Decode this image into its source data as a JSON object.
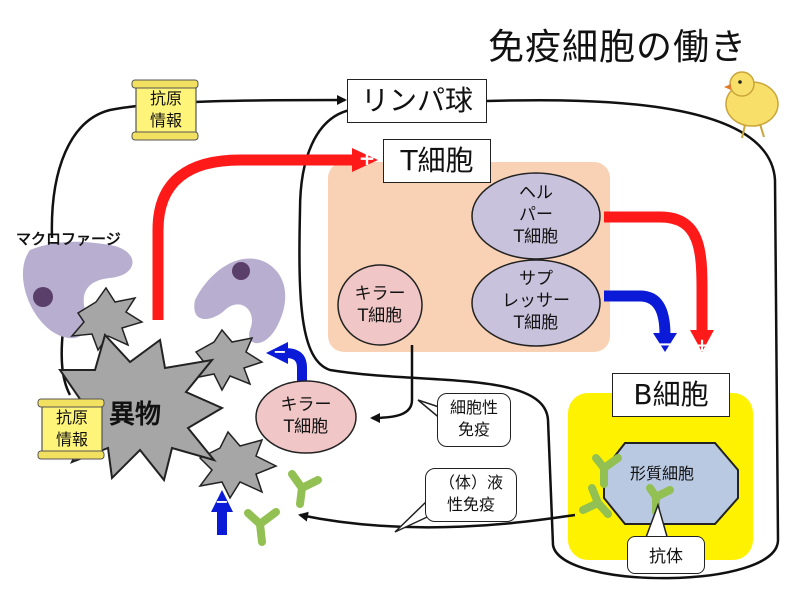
{
  "title": "免疫細胞の働き",
  "labels": {
    "lymphocyte": "リンパ球",
    "t_cell": "T細胞",
    "b_cell": "B細胞",
    "macrophage": "マクロファージ",
    "foreign": "異物",
    "antigen_info_top": [
      "抗原",
      "情報"
    ],
    "antigen_info_bottom": [
      "抗原",
      "情報"
    ],
    "helper": [
      "ヘル",
      "パー",
      "T細胞"
    ],
    "killer_inside": [
      "キラー",
      "T細胞"
    ],
    "suppressor": [
      "サプ",
      "レッサー",
      "T細胞"
    ],
    "killer_outside": [
      "キラー",
      "T細胞"
    ],
    "cellular_immunity": [
      "細胞性",
      "免疫"
    ],
    "humoral_immunity": [
      "（体）液",
      "性免疫"
    ],
    "plasma_cell": "形質細胞",
    "antibody": "抗体",
    "plus": "+",
    "minus": "−"
  },
  "colors": {
    "t_region": "#f9d2b5",
    "b_region": "#fff200",
    "cell_purple": "#c9c2dc",
    "cell_pink": "#f0c6c6",
    "plasma": "#b9c9e2",
    "macrophage": "#b8aed0",
    "nucleus": "#5b3f6b",
    "red_arrow": "#ff1a1a",
    "blue_arrow": "#0a1ad6",
    "antibody_green": "#92c052",
    "scroll": "#fff47a"
  }
}
